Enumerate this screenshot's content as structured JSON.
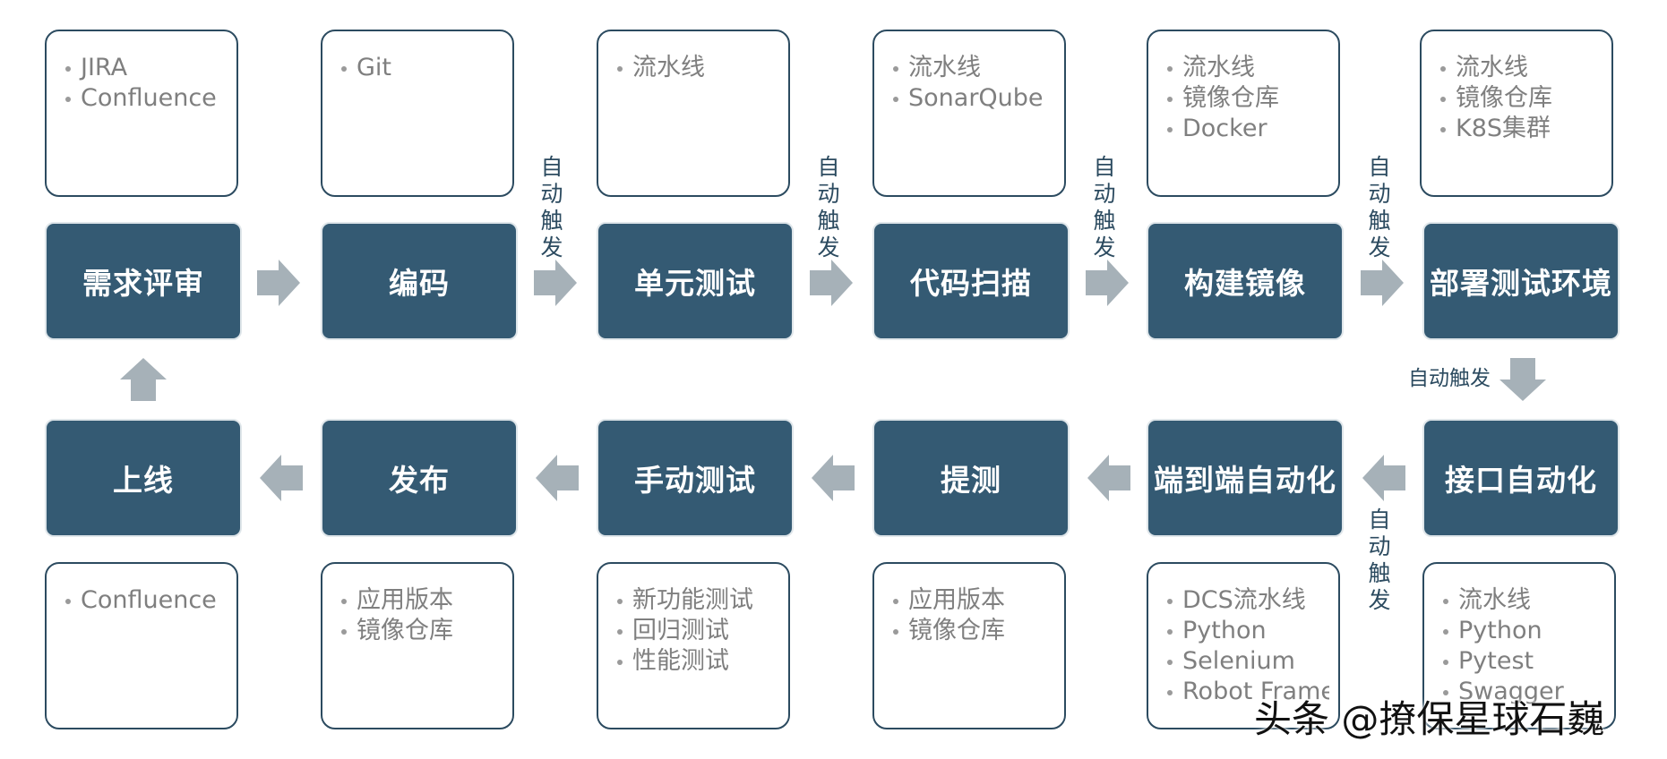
{
  "steps_top": [
    {
      "label": "需求评审",
      "notes": [
        "JIRA",
        "Confluence"
      ]
    },
    {
      "label": "编码",
      "notes": [
        "Git"
      ]
    },
    {
      "label": "单元测试",
      "notes": [
        "流水线"
      ]
    },
    {
      "label": "代码扫描",
      "notes": [
        "流水线",
        "SonarQube"
      ]
    },
    {
      "label": "构建镜像",
      "notes": [
        "流水线",
        "镜像仓库",
        "Docker"
      ]
    },
    {
      "label": "部署测试环境",
      "notes": [
        "流水线",
        "镜像仓库",
        "K8S集群"
      ]
    }
  ],
  "steps_bottom": [
    {
      "label": "上线",
      "notes": [
        "Confluence"
      ]
    },
    {
      "label": "发布",
      "notes": [
        "应用版本",
        "镜像仓库"
      ]
    },
    {
      "label": "手动测试",
      "notes": [
        "新功能测试",
        "回归测试",
        "性能测试"
      ]
    },
    {
      "label": "提测",
      "notes": [
        "应用版本",
        "镜像仓库"
      ]
    },
    {
      "label": "端到端自动化",
      "notes": [
        "DCS流水线",
        "Python",
        "Selenium",
        "Robot Framework"
      ]
    },
    {
      "label": "接口自动化",
      "notes": [
        "流水线",
        "Python",
        "Pytest",
        "Swagger"
      ]
    }
  ],
  "trigger_label": "自动触发",
  "watermark": "头条 @撩保星球石巍",
  "colors": {
    "step_fill": "#345a73",
    "note_border": "#2c4b60",
    "arrow": "#a6b1b8",
    "note_text": "#7f7f7f"
  }
}
